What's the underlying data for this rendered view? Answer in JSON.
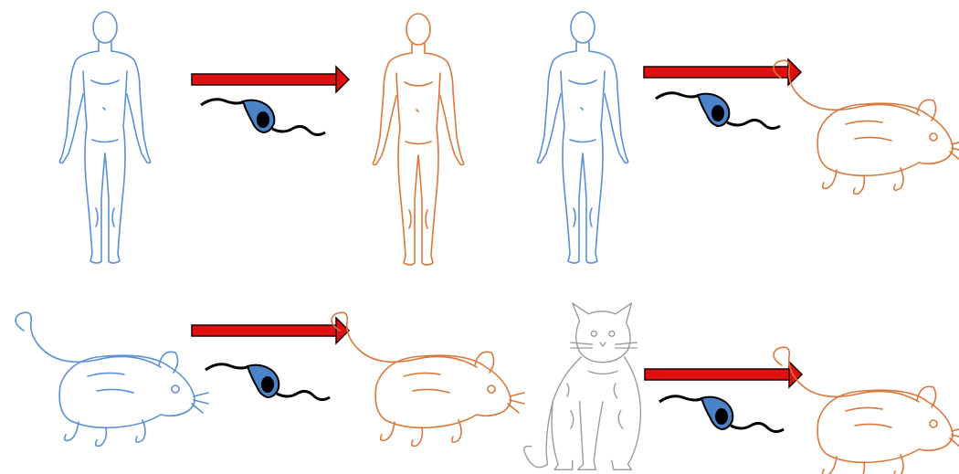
{
  "colors": {
    "donor": "#5b8fd6",
    "recipient": "#d9783a",
    "vector_cat": "#9a9a9a",
    "arrow_fill": "#e01010",
    "arrow_stroke": "#1a0000",
    "parasite_body": "#4a83c8",
    "parasite_nucleus": "#000000"
  },
  "icons": {
    "donor_human": "human-figure-icon",
    "donor_rat": "rat-icon",
    "donor_cat": "cat-icon",
    "recipient_human": "human-figure-icon",
    "recipient_rat": "rat-icon",
    "arrow": "arrow-right-icon",
    "parasite": "flagellate-parasite-icon"
  },
  "panels": [
    {
      "id": "human-to-human",
      "donor": "human",
      "recipient": "human"
    },
    {
      "id": "human-to-rat",
      "donor": "human",
      "recipient": "rat"
    },
    {
      "id": "rat-to-rat",
      "donor": "rat",
      "recipient": "rat"
    },
    {
      "id": "cat-to-rat",
      "donor": "cat",
      "recipient": "rat"
    }
  ]
}
